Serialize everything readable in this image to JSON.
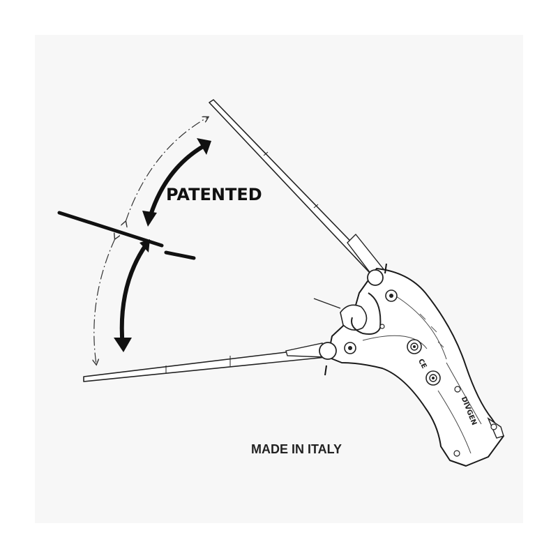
{
  "diagram": {
    "patent_label": "PATENTED",
    "origin_label": "MADE IN ITALY",
    "brand_logo_text": "DIVGEN",
    "ce_mark": "CE"
  },
  "colors": {
    "background": "#ffffff",
    "panel": "#f7f7f7",
    "ink": "#111111"
  }
}
